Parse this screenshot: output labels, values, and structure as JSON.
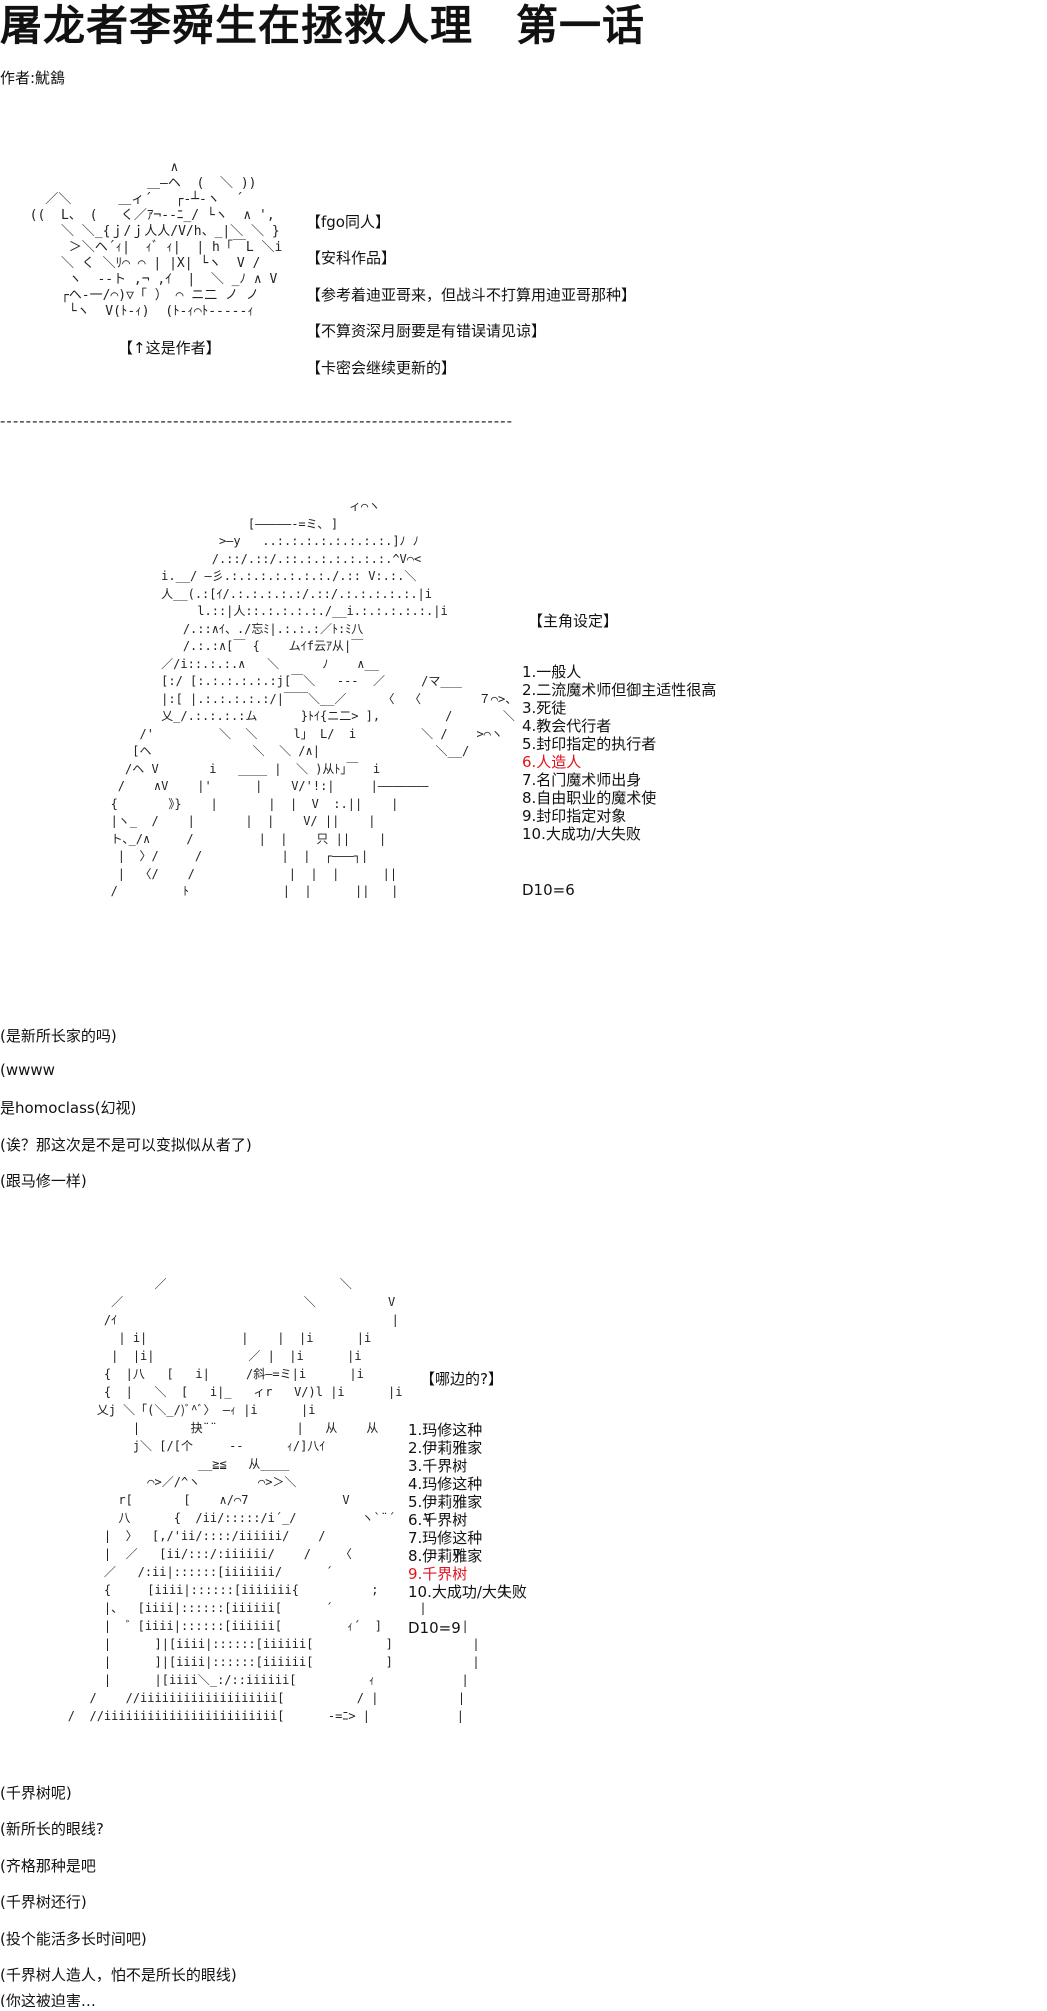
{
  "header": {
    "title": "屠龙者李舜生在拯救人理　第一话",
    "author": "作者:魷鵨"
  },
  "intro_notes": [
    "【fgo同人】",
    "【安科作品】",
    "【参考着迪亚哥来，但战斗不打算用迪亚哥那种】",
    "【不算资深月厨要是有错误请见谅】",
    "【卡密会继续更新的】"
  ],
  "author_caption": "【↑这是作者】",
  "separator": "--------------------------------------------------------------------------------",
  "section1": {
    "title": "【主角设定】",
    "items": [
      "1.一般人",
      "2.二流魔术师但御主适性很高",
      "3.死徒",
      "4.教会代行者",
      "5.封印指定的执行者",
      "6.人造人",
      "7.名门魔术师出身",
      "8.自由职业的魔术使",
      "9.封印指定对象",
      "10.大成功/大失败"
    ],
    "highlight_index": 5,
    "roll": "D10=6"
  },
  "comments1": [
    "(是新所长家的吗)",
    "(wwww",
    "是homoclass(幻视)",
    "(诶？那这次是不是可以变拟似从者了)",
    "(跟马修一样)"
  ],
  "section2": {
    "title": "【哪边的?】",
    "items": [
      "1.玛修这种",
      "2.伊莉雅家",
      "3.千界树",
      "4.玛修这种",
      "5.伊莉雅家",
      "6.千界树",
      "7.玛修这种",
      "8.伊莉雅家",
      "9.千界树",
      "10.大成功/大失败"
    ],
    "highlight_index": 8,
    "roll": "D10=9"
  },
  "comments2": [
    "(千界树呢)",
    "(新所长的眼线?",
    "(齐格那种是吧",
    "(千界树还行)",
    "(投个能活多长时间吧)",
    "(千界树人造人，怕不是所长的眼线)",
    "(你这被迫害…"
  ],
  "aa": {
    "author": "                    ∧\n                 ＿―ヘ  (  ＼ ))\n    ／＼      ＿ィ´   ┌‐┴-ヽ  ´\n  ((  L、 (   く／ｱ¬‐‐ﾆ_/ └ヽ  ∧ ',\n      ＼ ＼_{ｊ/ｊ人人/V/h、_|＼ ＼ }\n       ＞＼ヘ´ｨ|  ｨﾞ ｨ|  | h「￣L ＼i\n      ＼ く ＼ﾘ⌒ ⌒ | |X| └ヽ  V /\n       ヽ  ‐-ト ,¬ ,ｲ  |  ＼ _ﾉ ∧ V\n      ┌ヘ‐一/⌒)▽「 ） ⌒ ニ二 ノ ノ\n       └ヽ  V(ﾄ-ｨ)  (ﾄ-ｨ⌒ﾄ-----ｨ",
    "protagonist": "                                        ィ⌒ヽ\n                          [―――――‐=ミ､ ]\n                      >―y   ..:.:.:.:.:.:.:.:.]ﾉ ﾉ\n                     /.::/.::/.::.:.:.:.:.:.:.^V⌒<\n              i.__/ ―彡.:.:.:.:.:.:.:./.:: V:.:.＼\n              人__(.:[ｲ/.:.:.:.:.:/.::/.:.:.:.:.:.|i\n                   l.::|人::.:.:.:.:./__i.:.:.:.:.:.|i\n                 /.::∧ｲ、./忘ﾐ|.:.:.:／ﾄ:ﾐ八\n                 /.:.:∧[￣ {    ムｲf云ｱ从|￣\n              ／/i::.:.:.∧   ＼      ﾉ    ∧__\n              [:/ [:.:.:.:.:.:j[￣＼   --‐  ／     /マ___\n              |:[ |.:.:.:.:.:/|￣￣＼__／     〈  〈        ７⌒>、\n              乂_/.:.:.:.:ム      }ﾄｲ{ニ二> ],         /       ＼\n           /'         ＼  ＼     l」 L/  i         ＼ /    >⌒ヽ\n          [ヘ              ＼  ＼ /∧|                ＼__/\n         /ヘ V       i   ____ |  ＼ )从ﾄ｣￣  i\n        /    ∧V    |'      |    V/'!:|     |―――――――\n       {       》}    |       |  |  V  :.||    |\n       |ヽ_  /    |       |  |    V/ ||    |\n       ト､_/∧     /         |  |    只 ||    |\n        |  〉/     /           |  |  ┌―――┐|\n        |  〈/    /             |  |  |      ||\n       /         ﾄ             |  |      ||   |",
    "family": "                    ／                        ＼\n              ／                         ＼          V\n             /ｲ                                      |\n               | i|             |    |  |i      |i\n              |  |i|             ／ |  |i      |i\n             {  |八   [   i|     /斜―=ミ|i      |i\n             {  |   ＼  [   i|_   ィr   V/)l |i      |i\n            乂j ＼「(＼_/)ﾞ^ﾞ〉 ―ｨ |i      |i\n                 |       抉¨¨           |   从    从\n                 j＼ [/[个     ‐‐      ｨ/]八ｲ\n                          __≧≦   从____\n                   ⌒>／/^ヽ        ⌒>＞＼\n               r[       [    ∧/⌒7             V\n               八      {  /ii/:::::/i´_/         ヽ`¨´    V\n             |  〉  [,/'ii/::::/iiiiii/    /\n             |  ／   [ii/:::/:iiiiii/    /    〈              V\n             ／   /:ii|::::::[iiiiiii/      ´\n             {     [iiii|::::::[iiiiiii{          ;                 |\n             |、  [iiii|::::::[iiiiii[      ´            |\n             |  ゛[iiii|::::::[iiiiii[         ｨ´  ]           |\n             |      ]|[iiii|::::::[iiiiii[          ]           |\n             |      ]|[iiii|::::::[iiiiii[          ]           |\n             |      |[iiii＼_:/::iiiiii[          ｨ            |\n           /    //iiiiiiiiiiiiiiiiiii[          / |           |\n        /  //iiiiiiiiiiiiiiiiiiiiiiii[      ‐=ﾆ> |            |"
  }
}
